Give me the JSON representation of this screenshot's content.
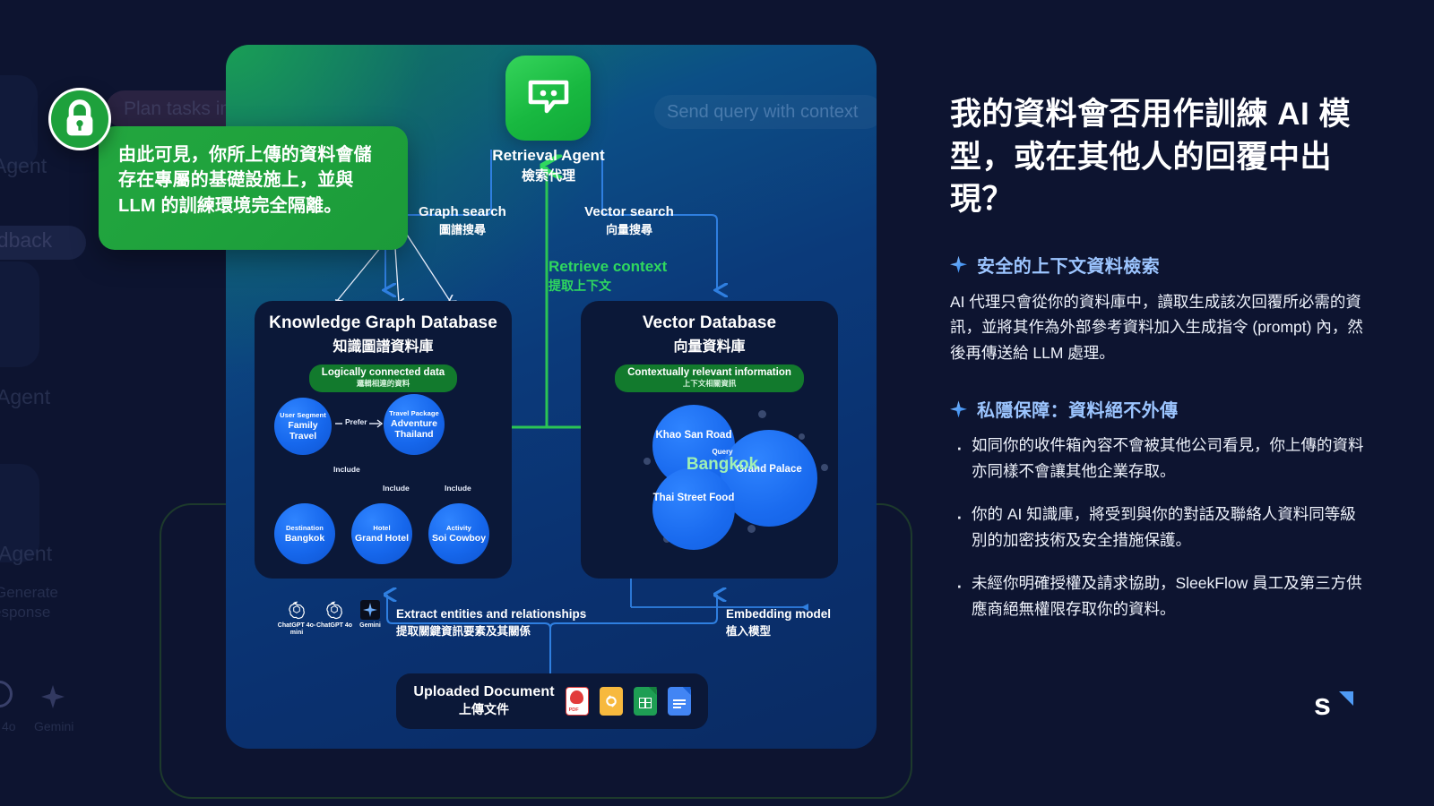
{
  "background_ghosts": {
    "pill_plan": "Plan tasks implied by the query",
    "pill_feedback": "edback",
    "label_agent_top": "Agent",
    "label_agent_mid": "Agent",
    "label_agent_low": "Agent",
    "label_generate": "Generate",
    "label_response": "esponse",
    "model_4o": "4o",
    "model_gemini": "Gemini"
  },
  "diagram": {
    "send_query_pill": "Send query with context",
    "agent": {
      "name_en": "Retrieval Agent",
      "name_zh": "檢索代理",
      "icon": "chat-bubble-icon"
    },
    "branches": [
      {
        "en": "Graph search",
        "zh": "圖譜搜尋"
      },
      {
        "en": "Vector search",
        "zh": "向量搜尋"
      }
    ],
    "retrieve": {
      "en": "Retrieve context",
      "zh": "提取上下文"
    },
    "knowledge_graph": {
      "title_en": "Knowledge Graph Database",
      "title_zh": "知識圖譜資料庫",
      "badge_en": "Logically connected data",
      "badge_zh": "邏輯相連的資料",
      "nodes": [
        {
          "type": "User Segment",
          "name": "Family Travel"
        },
        {
          "type": "Travel Package",
          "name": "Adventure Thailand"
        },
        {
          "type": "Destination",
          "name": "Bangkok"
        },
        {
          "type": "Hotel",
          "name": "Grand Hotel"
        },
        {
          "type": "Activity",
          "name": "Soi Cowboy"
        }
      ],
      "edges": [
        "Prefer",
        "Include",
        "Include",
        "Include"
      ]
    },
    "vector_db": {
      "title_en": "Vector Database",
      "title_zh": "向量資料庫",
      "badge_en": "Contextually relevant information",
      "badge_zh": "上下文相關資訊",
      "blobs": [
        "Khao San Road",
        "Grand Palace",
        "Thai Street Food"
      ],
      "query_tag": "Query",
      "query_value": "Bangkok"
    },
    "models": [
      {
        "label": "ChatGPT 4o-mini",
        "icon": "openai-icon"
      },
      {
        "label": "ChatGPT 4o",
        "icon": "openai-icon"
      },
      {
        "label": "Gemini",
        "icon": "gemini-sparkle-icon"
      }
    ],
    "flow_left": {
      "en": "Extract entities and relationships",
      "zh": "提取關鍵資訊要素及其關係"
    },
    "flow_right": {
      "en": "Embedding model",
      "zh": "植入模型"
    },
    "upload": {
      "en": "Uploaded Document",
      "zh": "上傳文件",
      "files": [
        {
          "name": "pdf-file-icon",
          "label": "PDF",
          "color": "#e23b3b"
        },
        {
          "name": "link-file-icon",
          "label": "",
          "color": "#f7b93e"
        },
        {
          "name": "sheets-file-icon",
          "label": "",
          "color": "#1e9e54"
        },
        {
          "name": "docs-file-icon",
          "label": "",
          "color": "#4285f4"
        }
      ]
    }
  },
  "callout": {
    "icon": "lock-icon",
    "text": "由此可見，你所上傳的資料會儲存在專屬的基礎設施上，並與 LLM 的訓練環境完全隔離。"
  },
  "right_panel": {
    "title": "我的資料會否用作訓練 AI 模型，或在其他人的回覆中出現？",
    "sections": [
      {
        "icon": "sparkle-icon",
        "heading": "安全的上下文資料檢索",
        "body": "AI 代理只會從你的資料庫中，讀取生成該次回覆所必需的資訊，並將其作為外部參考資料加入生成指令 (prompt) 內，然後再傳送給 LLM 處理。",
        "bullets": []
      },
      {
        "icon": "sparkle-icon",
        "heading": "私隱保障：資料絕不外傳",
        "body": "",
        "bullets": [
          "如同你的收件箱內容不會被其他公司看見，你上傳的資料亦同樣不會讓其他企業存取。",
          "你的 AI 知識庫，將受到與你的對話及聯絡人資料同等級別的加密技術及安全措施保護。",
          "未經你明確授權及請求協助，SleekFlow 員工及第三方供應商絕無權限存取你的資料。"
        ]
      }
    ]
  },
  "logo": {
    "letter": "s",
    "name": "sleekflow-logo"
  },
  "colors": {
    "bg": "#0d1430",
    "green": "#1ea13c",
    "green_line": "#2fd85f",
    "blue_line": "#2f7fe0",
    "node_blue": "#1667ec",
    "accent_text": "#9cc5ff"
  }
}
